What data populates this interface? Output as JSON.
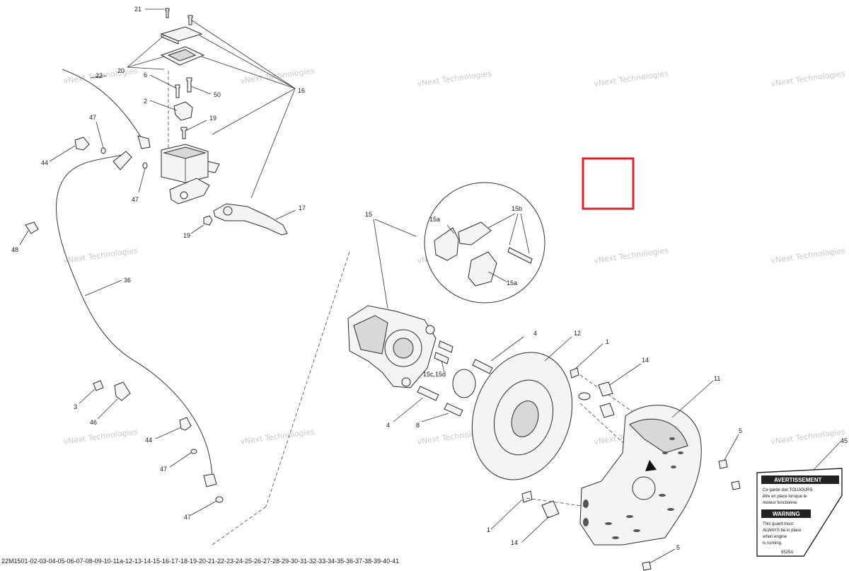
{
  "diagram": {
    "callouts": {
      "c21": "21",
      "c20": "20",
      "c22": "22",
      "c16": "16",
      "c6": "6",
      "c50": "50",
      "c2": "2",
      "c19a": "19",
      "c19b": "19",
      "c47a": "47",
      "c47b": "47",
      "c47c": "47",
      "c47d": "47",
      "c44a": "44",
      "c44b": "44",
      "c48": "48",
      "c17": "17",
      "c36": "36",
      "c3": "3",
      "c46": "46",
      "c15": "15",
      "c15a1": "15a",
      "c15a2": "15a",
      "c15b": "15b",
      "c15cd": "15c,15d",
      "c4a": "4",
      "c4b": "4",
      "c8": "8",
      "c12": "12",
      "c1a": "1",
      "c1b": "1",
      "c14a": "14",
      "c14b": "14",
      "c11": "11",
      "c5a": "5",
      "c5b": "5",
      "c45": "45"
    },
    "watermark": "vNext Technologies",
    "warning_label": {
      "header_fr": "AVERTISSEMENT",
      "text_fr_1": "Ce garde doit TOUJOURS",
      "text_fr_2": "être en place lorsque le",
      "text_fr_3": "moteur fonctionne.",
      "header_en": "WARNING",
      "text_en_1": "This guard must",
      "text_en_2": "ALWAYS be in place",
      "text_en_3": "when engine",
      "text_en_4": "is running.",
      "code": "5525A"
    },
    "highlight_color": "#d9232d",
    "document_code": "22M1501-02-03-04-05-06-07-08-09-10-11a-12-13-14-15-16-17-18-19-20-21-22-23-24-25-26-27-28-29-30-31-32-33-34-35-36-37-38-39-40-41"
  }
}
